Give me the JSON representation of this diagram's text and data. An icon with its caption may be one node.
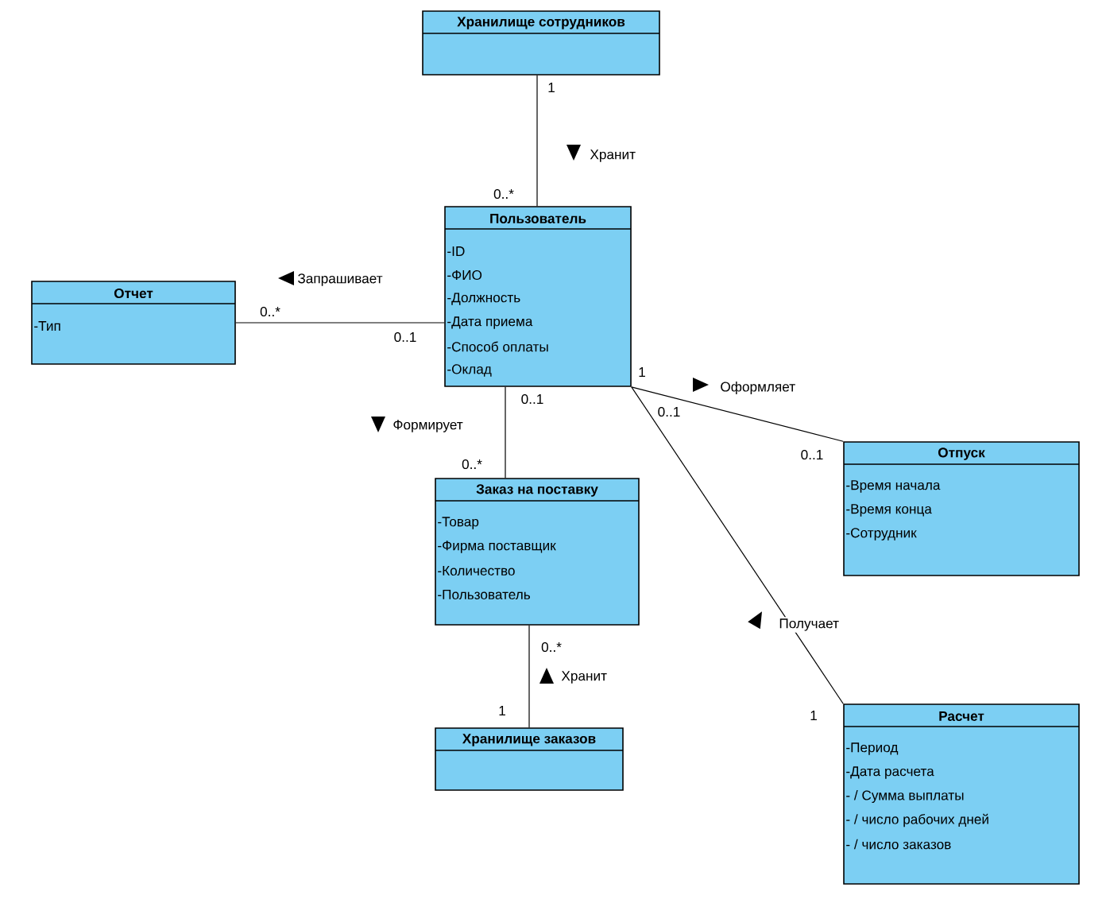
{
  "diagram": {
    "nodes": [
      {
        "text": [
          "Хранилище сотрудников"
        ]
      },
      {
        "text": [
          "Пользователь",
          "-ID",
          "-ФИО",
          "-Должность",
          "-Дата приема",
          "-Способ оплаты",
          "-Оклад"
        ]
      },
      {
        "text": [
          "Отчет",
          "-Тип"
        ]
      },
      {
        "text": [
          "Отпуск",
          "-Время начала",
          "-Время конца",
          "-Сотрудник"
        ]
      },
      {
        "text": [
          "Заказ на поставку",
          "-Товар",
          "-Фирма поставщик",
          "-Количество",
          "-Пользователь"
        ]
      },
      {
        "text": [
          "Расчет",
          "-Период",
          "-Дата расчета",
          "- / Сумма выплаты",
          "- / число рабочих дней",
          "- / число заказов"
        ]
      },
      {
        "text": [
          "Хранилище заказов"
        ]
      }
    ],
    "edges": [
      {
        "from": 0,
        "to": 1,
        "arrow": "none",
        "label": "Хранит"
      },
      {
        "from": 1,
        "to": 2,
        "arrow": "none",
        "label": "Запрашивает"
      },
      {
        "from": 1,
        "to": 3,
        "arrow": "none",
        "label": "Оформляет"
      },
      {
        "from": 1,
        "to": 4,
        "arrow": "none",
        "label": "Формирует"
      },
      {
        "from": 1,
        "to": 5,
        "arrow": "none",
        "label": "Получает"
      },
      {
        "from": 6,
        "to": 4,
        "arrow": "none",
        "label": "Хранит"
      }
    ],
    "labels": [
      "1",
      "0..*",
      "0..*",
      "0..1",
      "1",
      "0..1",
      "0..1",
      "0..1",
      "0..*",
      "0..*",
      "1",
      "1"
    ]
  }
}
